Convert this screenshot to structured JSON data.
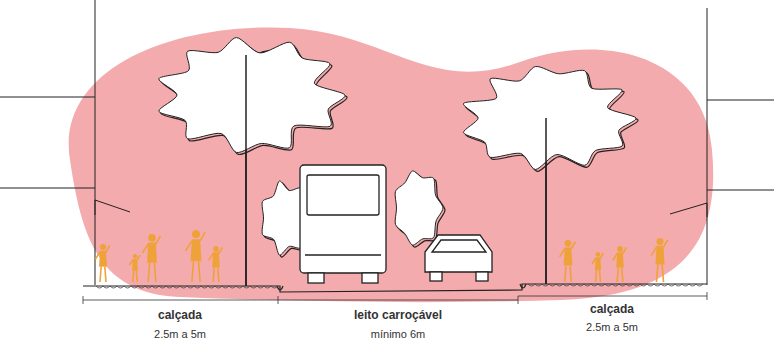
{
  "diagram": {
    "labels": [
      "calçada",
      "2.5m a 5m",
      "leito carroçável",
      "mínimo 6m",
      "calçada",
      "2.5m a 5m"
    ]
  }
}
